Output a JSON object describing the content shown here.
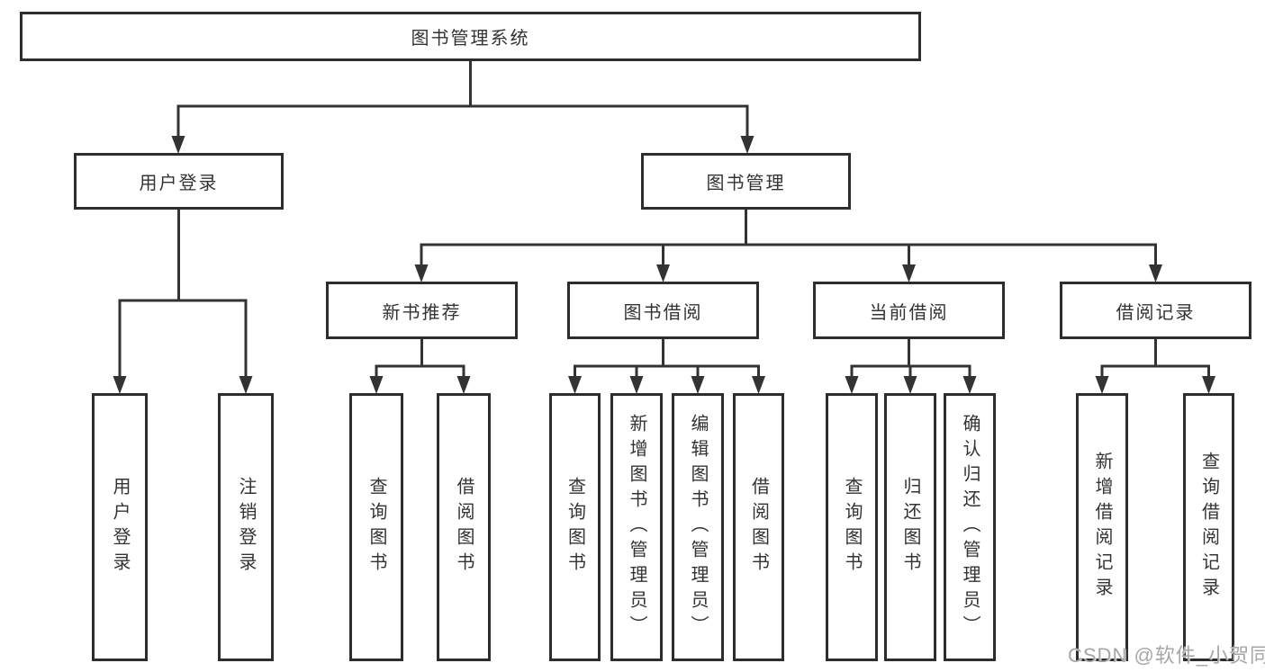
{
  "diagram": {
    "colors": {
      "line": "#333333",
      "box_border": "#2d2d2d",
      "box_background": "#ffffff",
      "text": "#333333",
      "watermark": "#a6a6a6"
    },
    "watermark": "CSDN @软件_小贺同学",
    "tree": {
      "root": "图书管理系统",
      "branches": [
        {
          "label": "用户登录",
          "children": [
            "用户登录",
            "注销登录"
          ]
        },
        {
          "label": "图书管理",
          "sections": [
            {
              "label": "新书推荐",
              "children": [
                "查询图书",
                "借阅图书"
              ]
            },
            {
              "label": "图书借阅",
              "children": [
                "查询图书",
                "新增图书（管理员）",
                "编辑图书（管理员）",
                "借阅图书"
              ]
            },
            {
              "label": "当前借阅",
              "children": [
                "查询图书",
                "归还图书",
                "确认归还（管理员）"
              ]
            },
            {
              "label": "借阅记录",
              "children": [
                "新增借阅记录",
                "查询借阅记录"
              ]
            }
          ]
        }
      ]
    }
  }
}
